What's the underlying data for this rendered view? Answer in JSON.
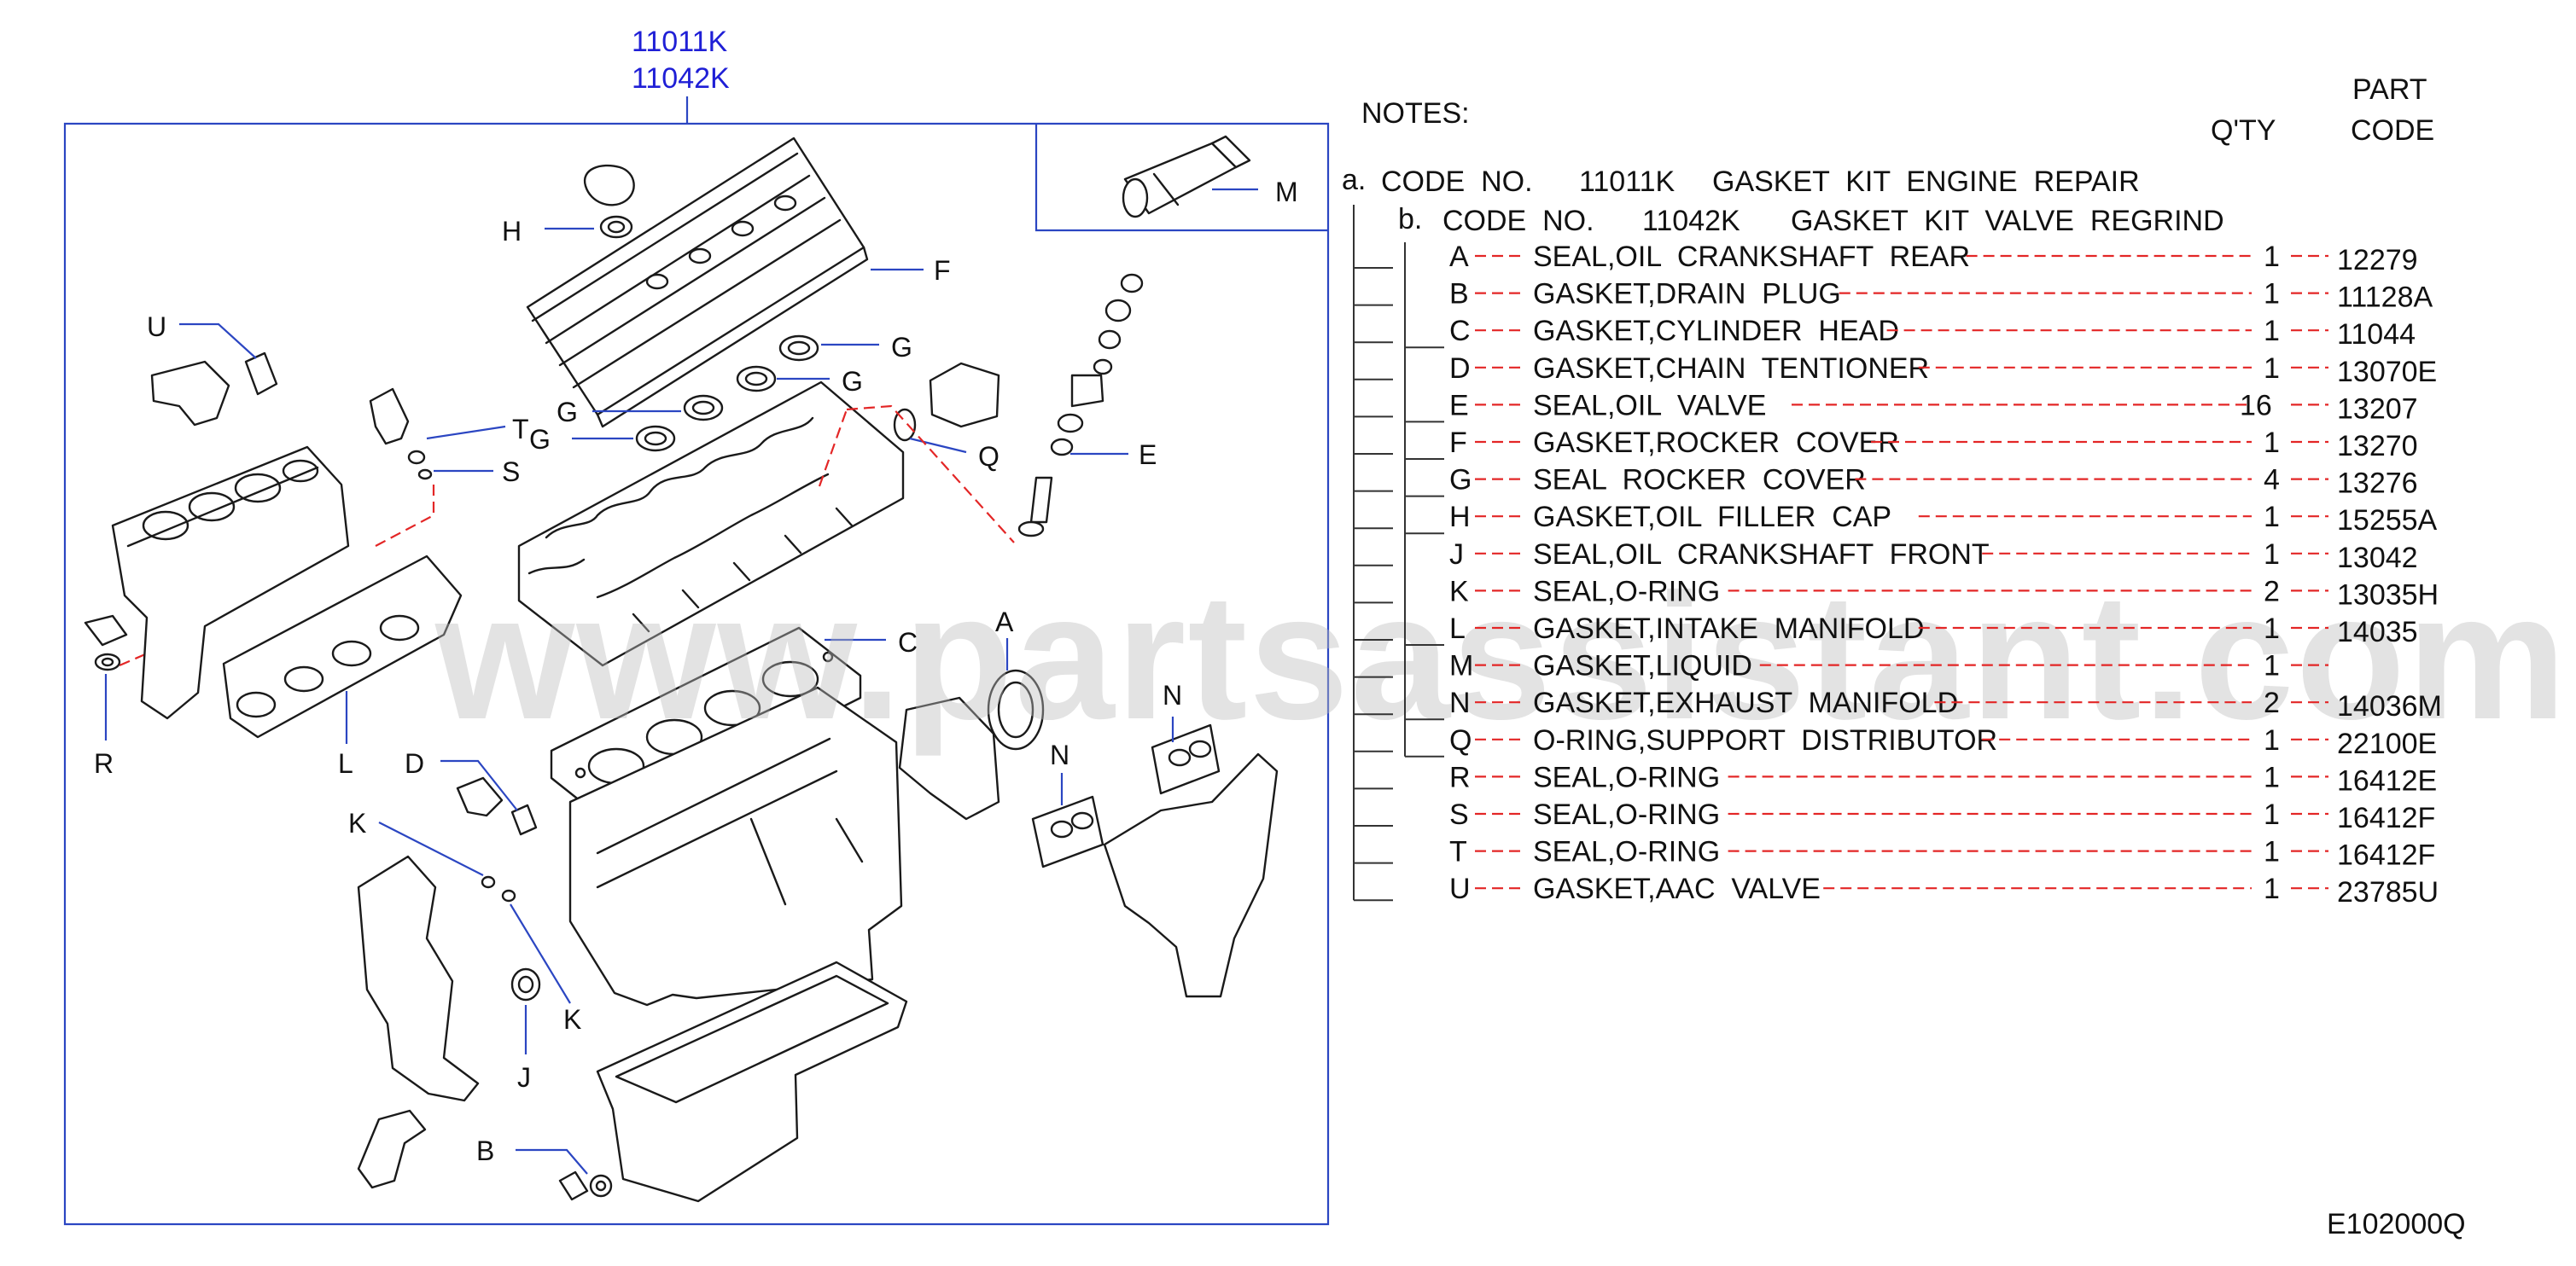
{
  "diagram": {
    "top_codes": [
      "11011K",
      "11042K"
    ],
    "watermark": "www.partsassistant.com",
    "footer_code": "E102000Q",
    "callouts": {
      "H": "H",
      "F": "F",
      "U": "U",
      "G": "G",
      "T": "T",
      "S": "S",
      "Q": "Q",
      "E": "E",
      "M": "M",
      "C": "C",
      "A": "A",
      "N": "N",
      "R": "R",
      "L": "L",
      "D": "D",
      "K": "K",
      "J": "J",
      "B": "B"
    }
  },
  "notes": {
    "title": "NOTES:",
    "qty_header": "Q'TY",
    "part_header_line1": "PART",
    "part_header_line2": "CODE",
    "kit_a": {
      "letter": "a.",
      "code_no": "CODE  NO.",
      "code": "11011K",
      "desc": "GASKET  KIT  ENGINE  REPAIR"
    },
    "kit_b": {
      "letter": "b.",
      "code_no": "CODE  NO.",
      "code": "11042K",
      "desc": "GASKET  KIT  VALVE  REGRIND"
    },
    "items": [
      {
        "key": "A",
        "desc": "SEAL,OIL  CRANKSHAFT  REAR",
        "qty": "1",
        "code": "12279"
      },
      {
        "key": "B",
        "desc": "GASKET,DRAIN  PLUG",
        "qty": "1",
        "code": "11128A"
      },
      {
        "key": "C",
        "desc": "GASKET,CYLINDER  HEAD",
        "qty": "1",
        "code": "11044"
      },
      {
        "key": "D",
        "desc": "GASKET,CHAIN  TENTIONER",
        "qty": "1",
        "code": "13070E"
      },
      {
        "key": "E",
        "desc": "SEAL,OIL  VALVE",
        "qty": "16",
        "code": "13207"
      },
      {
        "key": "F",
        "desc": "GASKET,ROCKER  COVER",
        "qty": "1",
        "code": "13270"
      },
      {
        "key": "G",
        "desc": "SEAL  ROCKER  COVER",
        "qty": "4",
        "code": "13276"
      },
      {
        "key": "H",
        "desc": "GASKET,OIL  FILLER  CAP",
        "qty": "1",
        "code": "15255A"
      },
      {
        "key": "J",
        "desc": "SEAL,OIL  CRANKSHAFT  FRONT",
        "qty": "1",
        "code": "13042"
      },
      {
        "key": "K",
        "desc": "SEAL,O-RING",
        "qty": "2",
        "code": "13035H"
      },
      {
        "key": "L",
        "desc": "GASKET,INTAKE  MANIFOLD",
        "qty": "1",
        "code": "14035"
      },
      {
        "key": "M",
        "desc": "GASKET,LIQUID",
        "qty": "1",
        "code": ""
      },
      {
        "key": "N",
        "desc": "GASKET,EXHAUST  MANIFOLD",
        "qty": "2",
        "code": "14036M"
      },
      {
        "key": "Q",
        "desc": "O-RING,SUPPORT  DISTRIBUTOR",
        "qty": "1",
        "code": "22100E"
      },
      {
        "key": "R",
        "desc": "SEAL,O-RING",
        "qty": "1",
        "code": "16412E"
      },
      {
        "key": "S",
        "desc": "SEAL,O-RING",
        "qty": "1",
        "code": "16412F"
      },
      {
        "key": "T",
        "desc": "SEAL,O-RING",
        "qty": "1",
        "code": "16412F"
      },
      {
        "key": "U",
        "desc": "GASKET,AAC  VALVE",
        "qty": "1",
        "code": "23785U"
      }
    ]
  },
  "colors": {
    "code_blue": "#1f1fd6",
    "leader_blue": "#2b46c2",
    "dash_red": "#e32626",
    "watermark_gray": "#bdbdbd"
  }
}
